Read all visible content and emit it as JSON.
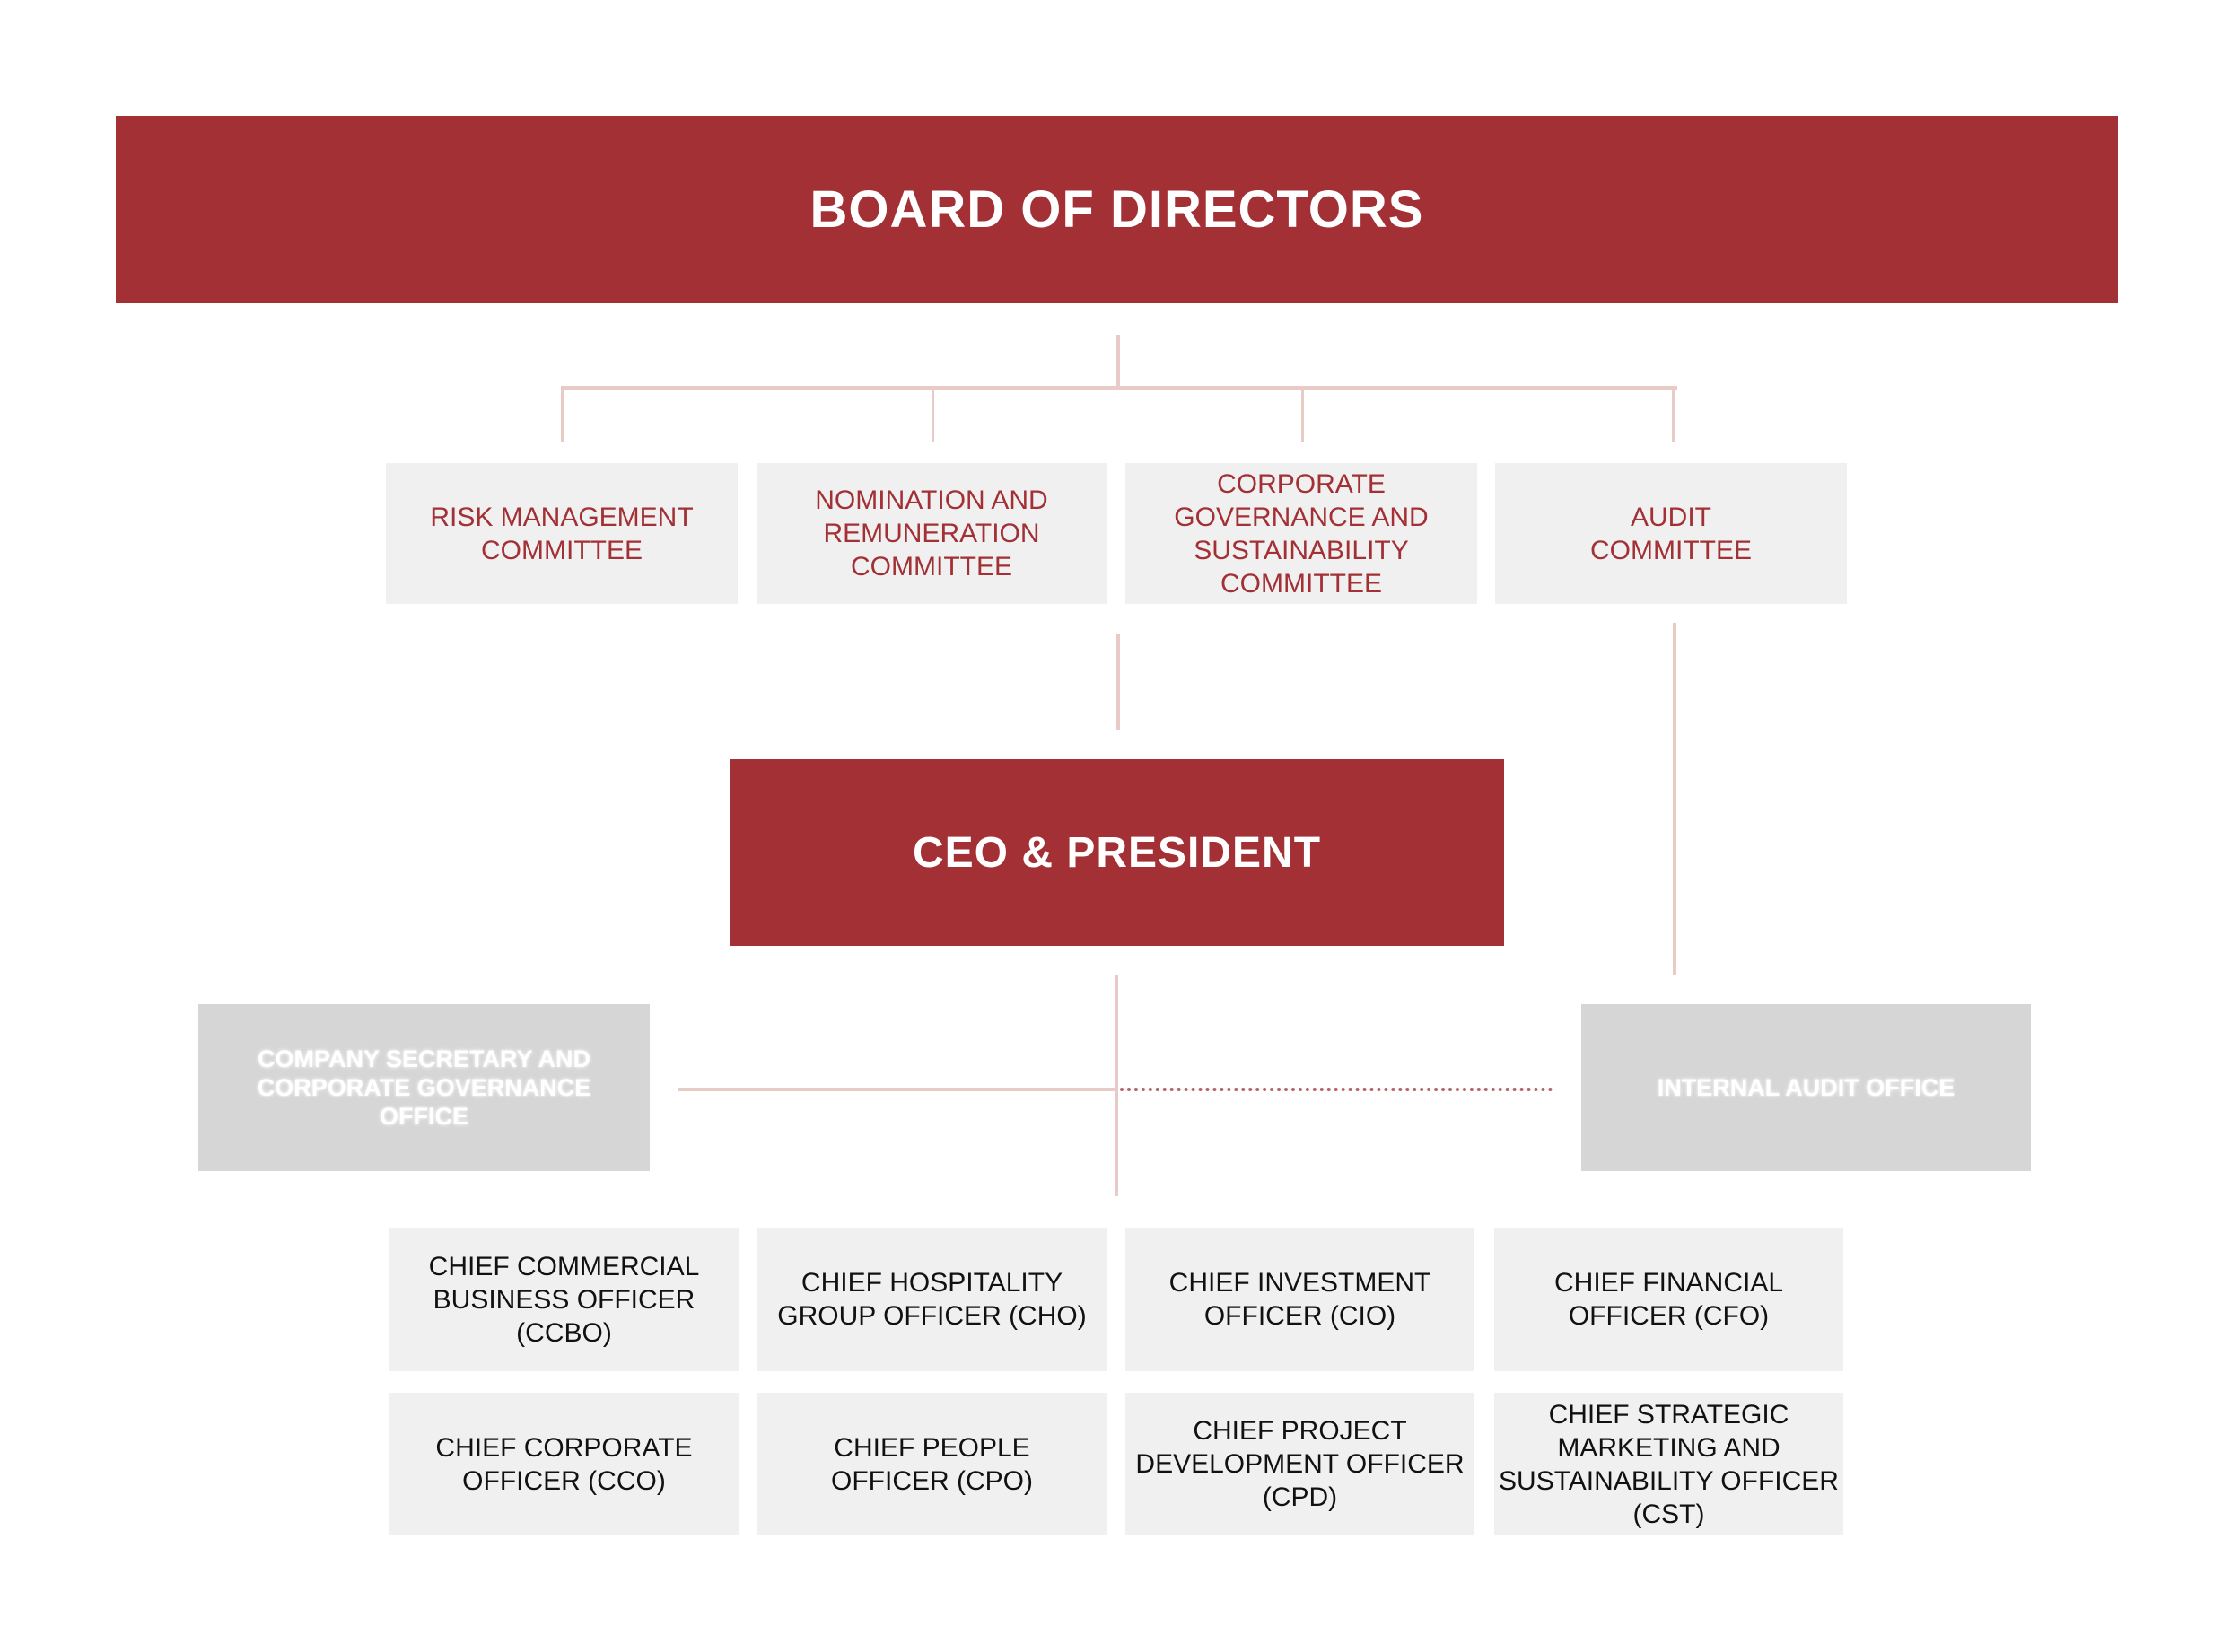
{
  "board": {
    "title": "BOARD OF DIRECTORS"
  },
  "committees": [
    {
      "label": "RISK MANAGEMENT COMMITTEE"
    },
    {
      "label": "NOMINATION AND REMUNERATION COMMITTEE"
    },
    {
      "label": "CORPORATE GOVERNANCE AND SUSTAINABILITY COMMITTEE"
    },
    {
      "label": "AUDIT COMMITTEE"
    }
  ],
  "ceo": {
    "title": "CEO & PRESIDENT"
  },
  "offices": {
    "company_secretary": "COMPANY SECRETARY AND CORPORATE GOVERNANCE OFFICE",
    "internal_audit": "INTERNAL AUDIT OFFICE"
  },
  "chiefs": [
    {
      "label": "CHIEF COMMERCIAL BUSINESS OFFICER (CCBO)"
    },
    {
      "label": "CHIEF HOSPITALITY GROUP OFFICER (CHO)"
    },
    {
      "label": "CHIEF INVESTMENT OFFICER (CIO)"
    },
    {
      "label": "CHIEF FINANCIAL OFFICER (CFO)"
    },
    {
      "label": "CHIEF CORPORATE OFFICER (CCO)"
    },
    {
      "label": "CHIEF PEOPLE OFFICER (CPO)"
    },
    {
      "label": "CHIEF PROJECT DEVELOPMENT OFFICER (CPD)"
    },
    {
      "label": "CHIEF STRATEGIC MARKETING AND SUSTAINABILITY OFFICER (CST)"
    }
  ],
  "colors": {
    "brand": "#a23035",
    "connector": "#e8cbc6",
    "box": "#f0f0f0",
    "office": "#d6d6d6"
  }
}
